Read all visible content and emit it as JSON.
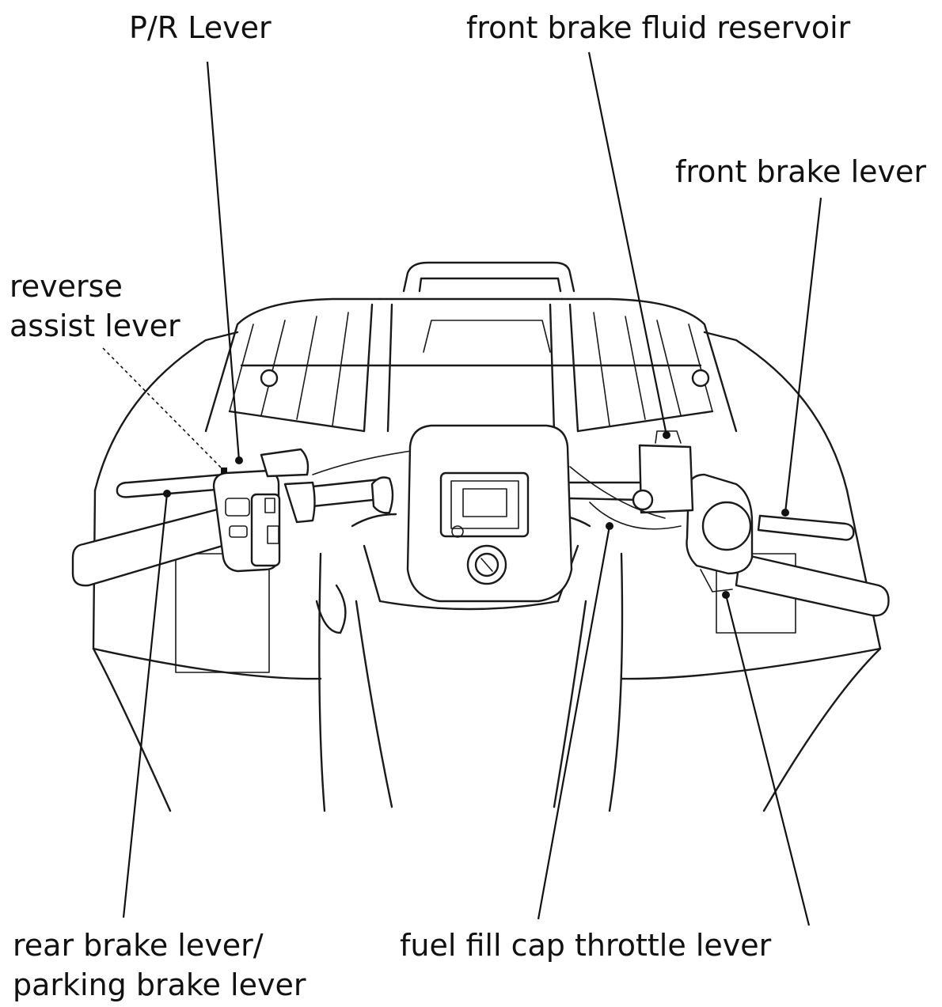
{
  "labels": {
    "pr_lever": "P/R Lever",
    "front_brake_fluid_reservoir": "front brake fluid reservoir",
    "front_brake_lever": "front brake lever",
    "reverse_assist_lever": [
      "reverse",
      "assist lever"
    ],
    "rear_brake_lever": [
      "rear brake lever/",
      "parking brake lever"
    ],
    "fuel_fill_cap_throttle_lever": "fuel fill cap throttle lever"
  },
  "colors": {
    "line": "#1a1a1a",
    "background": "#ffffff"
  }
}
